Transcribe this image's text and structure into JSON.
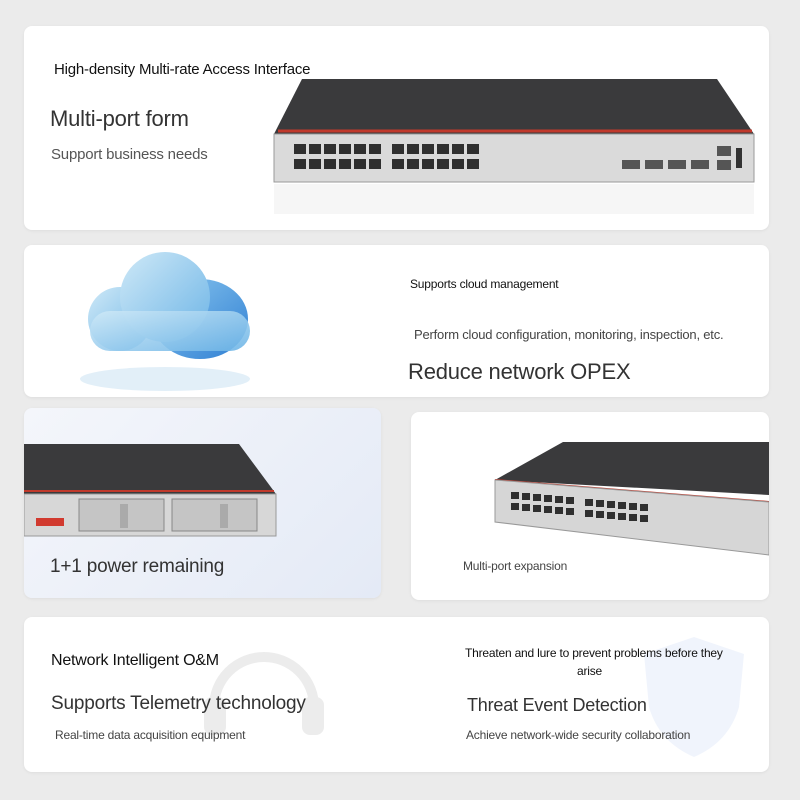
{
  "colors": {
    "background": "#ebebeb",
    "card": "#ffffff",
    "switch_top": "#3a3a3c",
    "switch_red_trim": "#c0392b",
    "cloud_light": "#a9d6f2",
    "cloud_dark": "#3f89d6"
  },
  "icons": {
    "switch_front": "network-switch-icon",
    "cloud": "cloud-icon",
    "switch_rear": "power-module-icon",
    "switch_angle": "network-switch-icon",
    "headset": "headset-icon",
    "shield": "shield-icon"
  },
  "access_card": {
    "label": "High-density Multi-rate Access Interface",
    "title": "Multi-port form",
    "subtitle": "Support business needs"
  },
  "cloud_card": {
    "label": "Supports cloud management",
    "description": "Perform cloud configuration, monitoring, inspection, etc.",
    "title": "Reduce network OPEX"
  },
  "power_card": {
    "title": "1+1 power remaining"
  },
  "expansion_card": {
    "label": "Multi-port expansion"
  },
  "om_card": {
    "label": "Network Intelligent O&M",
    "title": "Supports Telemetry technology",
    "subtitle": "Real-time data acquisition equipment"
  },
  "threat_card": {
    "label_line1": "Threaten and lure to prevent problems before they",
    "label_line2": "arise",
    "title": "Threat Event Detection",
    "subtitle": "Achieve network-wide security collaboration"
  }
}
